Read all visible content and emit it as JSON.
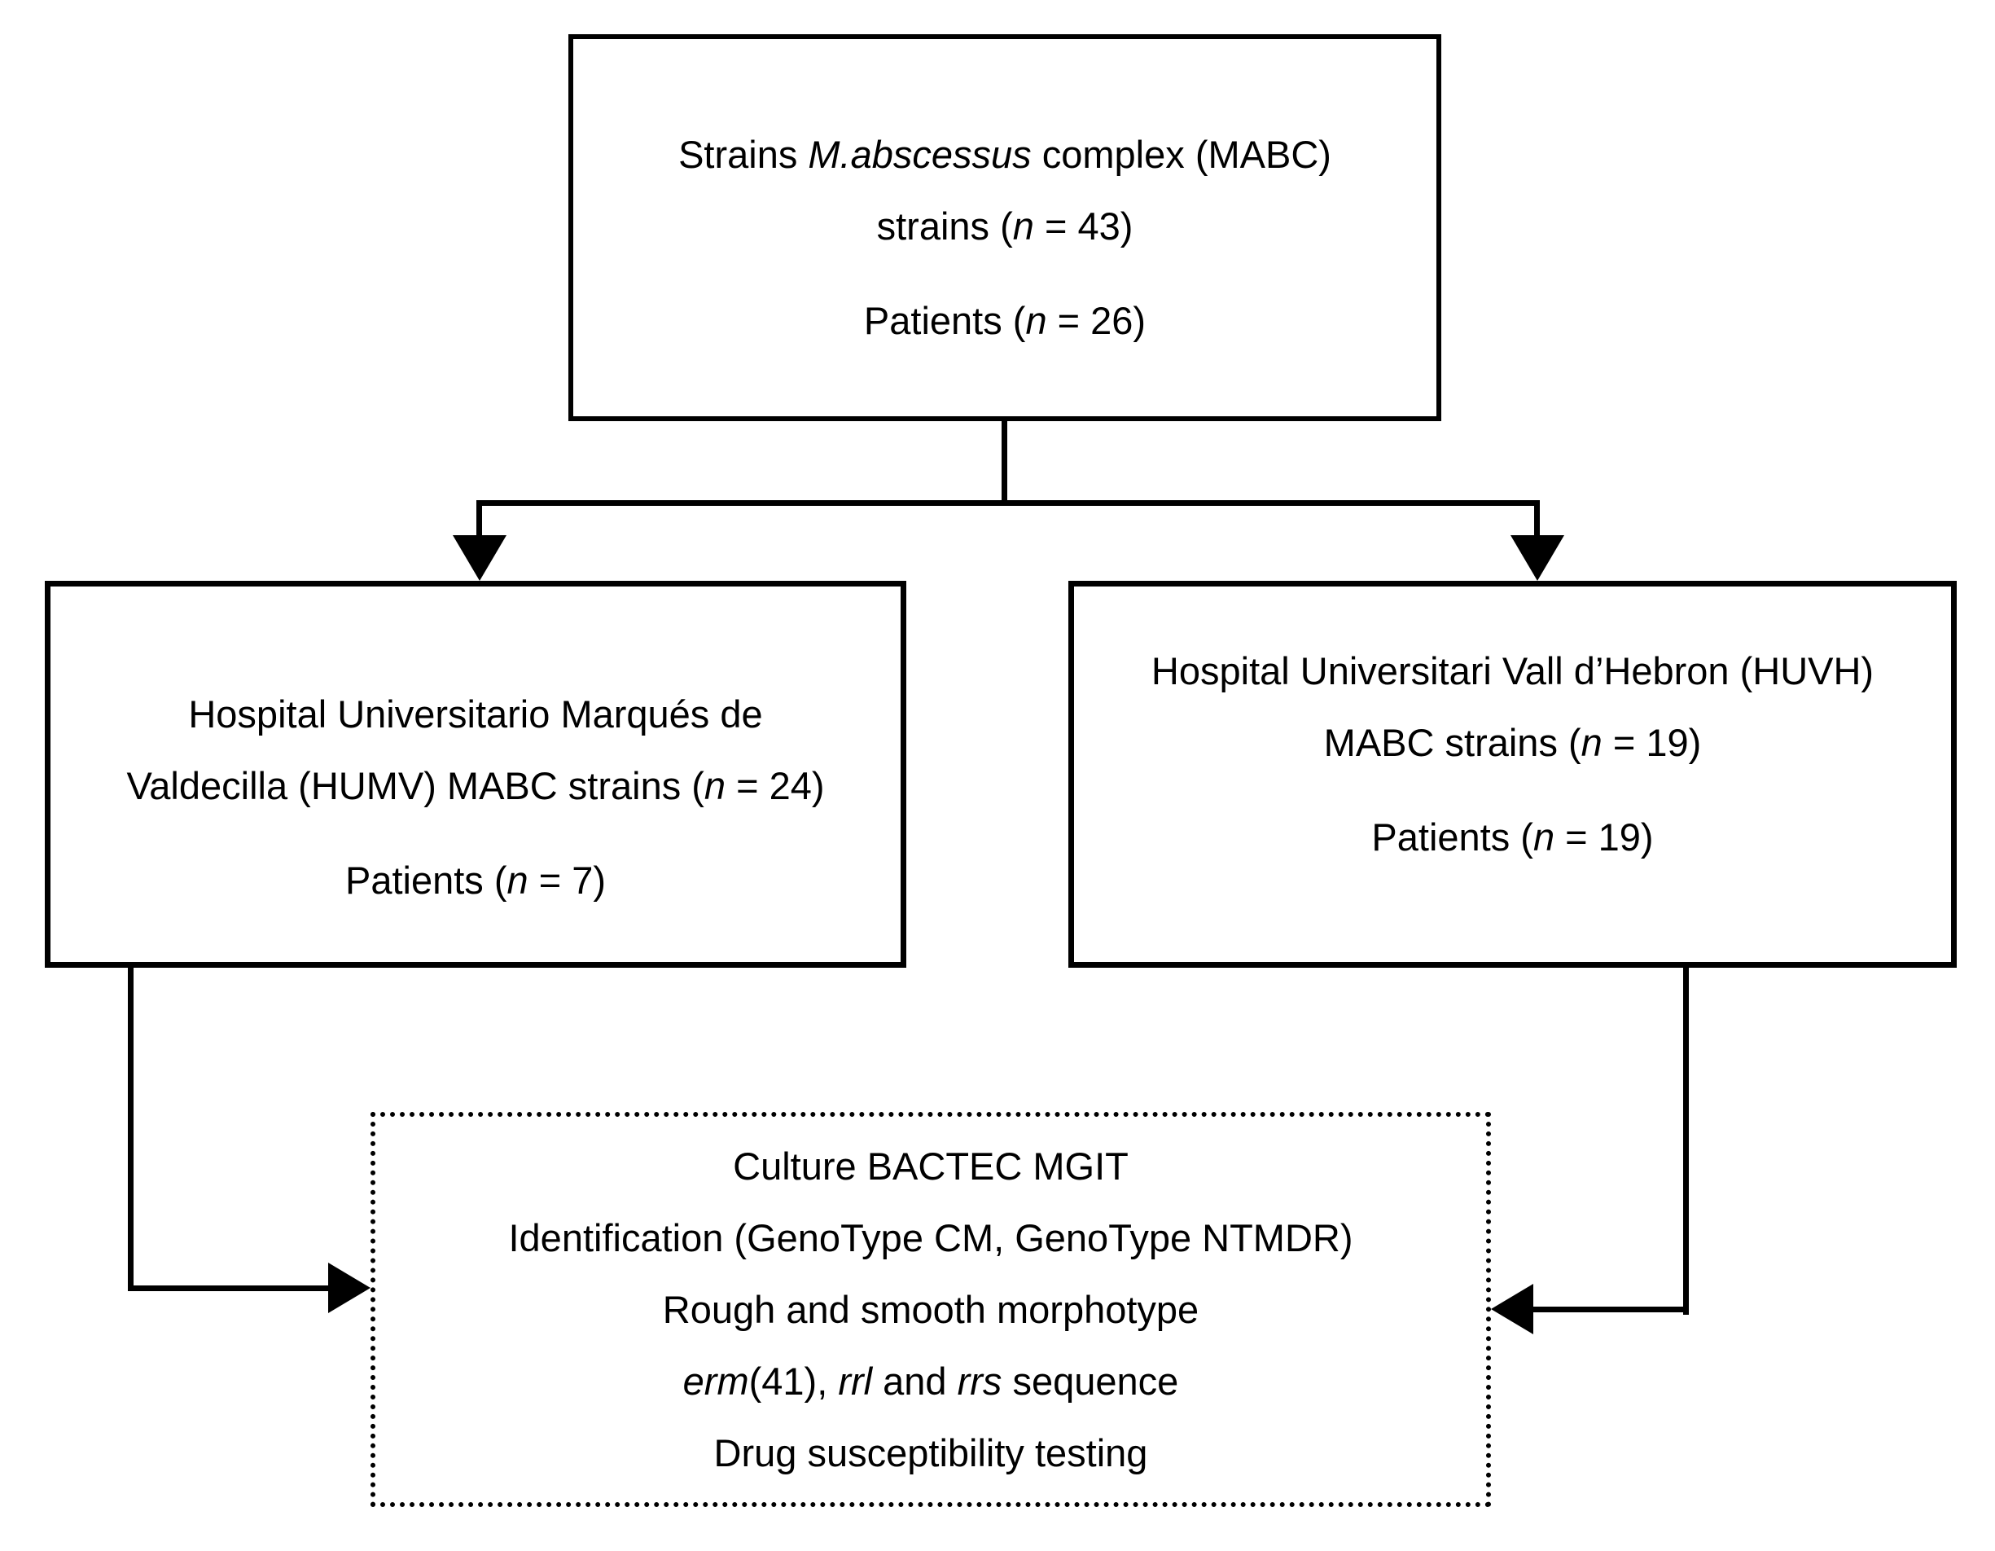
{
  "canvas": {
    "background": "#ffffff",
    "ink": "#000000"
  },
  "boxes": {
    "mabc_total": {
      "label": "MABC total strains box",
      "lines": [
        {
          "segments": [
            {
              "t": "Strains "
            },
            {
              "t": "M.abscessus",
              "i": true
            },
            {
              "t": " complex (MABC)"
            }
          ]
        },
        {
          "segments": [
            {
              "t": "strains ("
            },
            {
              "t": "n",
              "i": true
            },
            {
              "t": " = 43)"
            }
          ]
        },
        {
          "segments": [
            {
              "t": "Patients ("
            },
            {
              "t": "n",
              "i": true
            },
            {
              "t": " = 26)"
            }
          ],
          "paragraph_gap": true
        }
      ]
    },
    "humv": {
      "label": "HUMV strains box",
      "lines": [
        {
          "segments": [
            {
              "t": "Hospital Universitario Marqués de"
            }
          ]
        },
        {
          "segments": [
            {
              "t": "Valdecilla (HUMV) MABC strains ("
            },
            {
              "t": "n",
              "i": true
            },
            {
              "t": " = 24)"
            }
          ]
        },
        {
          "segments": [
            {
              "t": "Patients ("
            },
            {
              "t": "n",
              "i": true
            },
            {
              "t": " = 7)"
            }
          ],
          "paragraph_gap": true
        }
      ]
    },
    "huvh": {
      "label": "HUVH strains box",
      "lines": [
        {
          "segments": [
            {
              "t": "Hospital Universitari Vall d’Hebron (HUVH)"
            }
          ]
        },
        {
          "segments": [
            {
              "t": "MABC strains ("
            },
            {
              "t": "n",
              "i": true
            },
            {
              "t": " = 19)"
            }
          ]
        },
        {
          "segments": [
            {
              "t": "Patients ("
            },
            {
              "t": "n",
              "i": true
            },
            {
              "t": " = 19)"
            }
          ],
          "paragraph_gap": true
        }
      ]
    },
    "workflow": {
      "label": "Laboratory workflow box",
      "lines": [
        {
          "segments": [
            {
              "t": "Culture BACTEC MGIT"
            }
          ]
        },
        {
          "segments": [
            {
              "t": "Identification (GenoType CM, GenoType NTMDR)"
            }
          ]
        },
        {
          "segments": [
            {
              "t": "Rough and smooth morphotype"
            }
          ]
        },
        {
          "segments": [
            {
              "t": "erm",
              "i": true
            },
            {
              "t": "(41), "
            },
            {
              "t": "rrl",
              "i": true
            },
            {
              "t": " and "
            },
            {
              "t": "rrs",
              "i": true
            },
            {
              "t": " sequence"
            }
          ]
        },
        {
          "segments": [
            {
              "t": "Drug susceptibility testing"
            }
          ]
        }
      ]
    }
  }
}
